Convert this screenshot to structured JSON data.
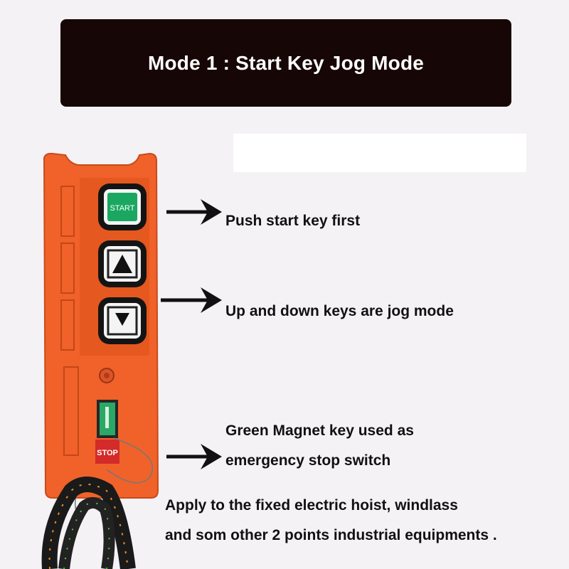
{
  "banner": {
    "title": "Mode 1 :  Start Key Jog Mode"
  },
  "remote": {
    "start_key": "START",
    "stop_label": "STOP"
  },
  "callouts": {
    "start": "Push start key first",
    "jog": "Up and down keys are jog mode",
    "magnet_line1": "Green Magnet key used as",
    "magnet_line2": "emergency stop switch"
  },
  "footer": {
    "line1": "Apply to the fixed electric hoist,  windlass",
    "line2": "and som other 2 points  industrial equipments ."
  },
  "icons": [
    "arrow-right-icon",
    "up-triangle-icon",
    "down-triangle-icon",
    "magnet-key-icon"
  ],
  "colors": {
    "body": "#f0622a",
    "banner": "#170606",
    "start_key": "#1aa860",
    "magnet": "#2aa866",
    "stop": "#d42a2a"
  }
}
